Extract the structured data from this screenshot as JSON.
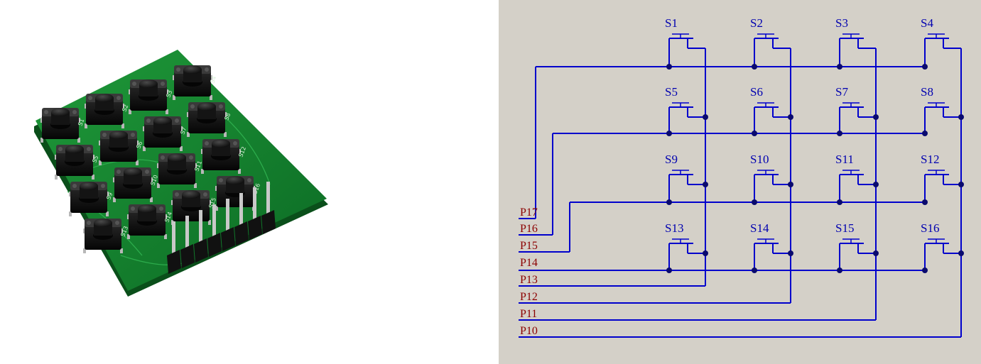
{
  "photo": {
    "icon": "keypad-board-photo",
    "switch_silkscreen": [
      "S1",
      "S2",
      "S3",
      "S4",
      "S5",
      "S6",
      "S7",
      "S8",
      "S9",
      "S10",
      "S11",
      "S12",
      "S13",
      "S14",
      "S15",
      "S16"
    ]
  },
  "schematic": {
    "switches": [
      {
        "label": "S1"
      },
      {
        "label": "S2"
      },
      {
        "label": "S3"
      },
      {
        "label": "S4"
      },
      {
        "label": "S5"
      },
      {
        "label": "S6"
      },
      {
        "label": "S7"
      },
      {
        "label": "S8"
      },
      {
        "label": "S9"
      },
      {
        "label": "S10"
      },
      {
        "label": "S11"
      },
      {
        "label": "S12"
      },
      {
        "label": "S13"
      },
      {
        "label": "S14"
      },
      {
        "label": "S15"
      },
      {
        "label": "S16"
      }
    ],
    "pins": [
      "P17",
      "P16",
      "P15",
      "P14",
      "P13",
      "P12",
      "P11",
      "P10"
    ],
    "colors": {
      "background": "#d4d0c8",
      "wire": "#0000cc",
      "junction": "#0a0a6e",
      "switch_label": "#0000b0",
      "pin_label": "#8b0000"
    }
  }
}
